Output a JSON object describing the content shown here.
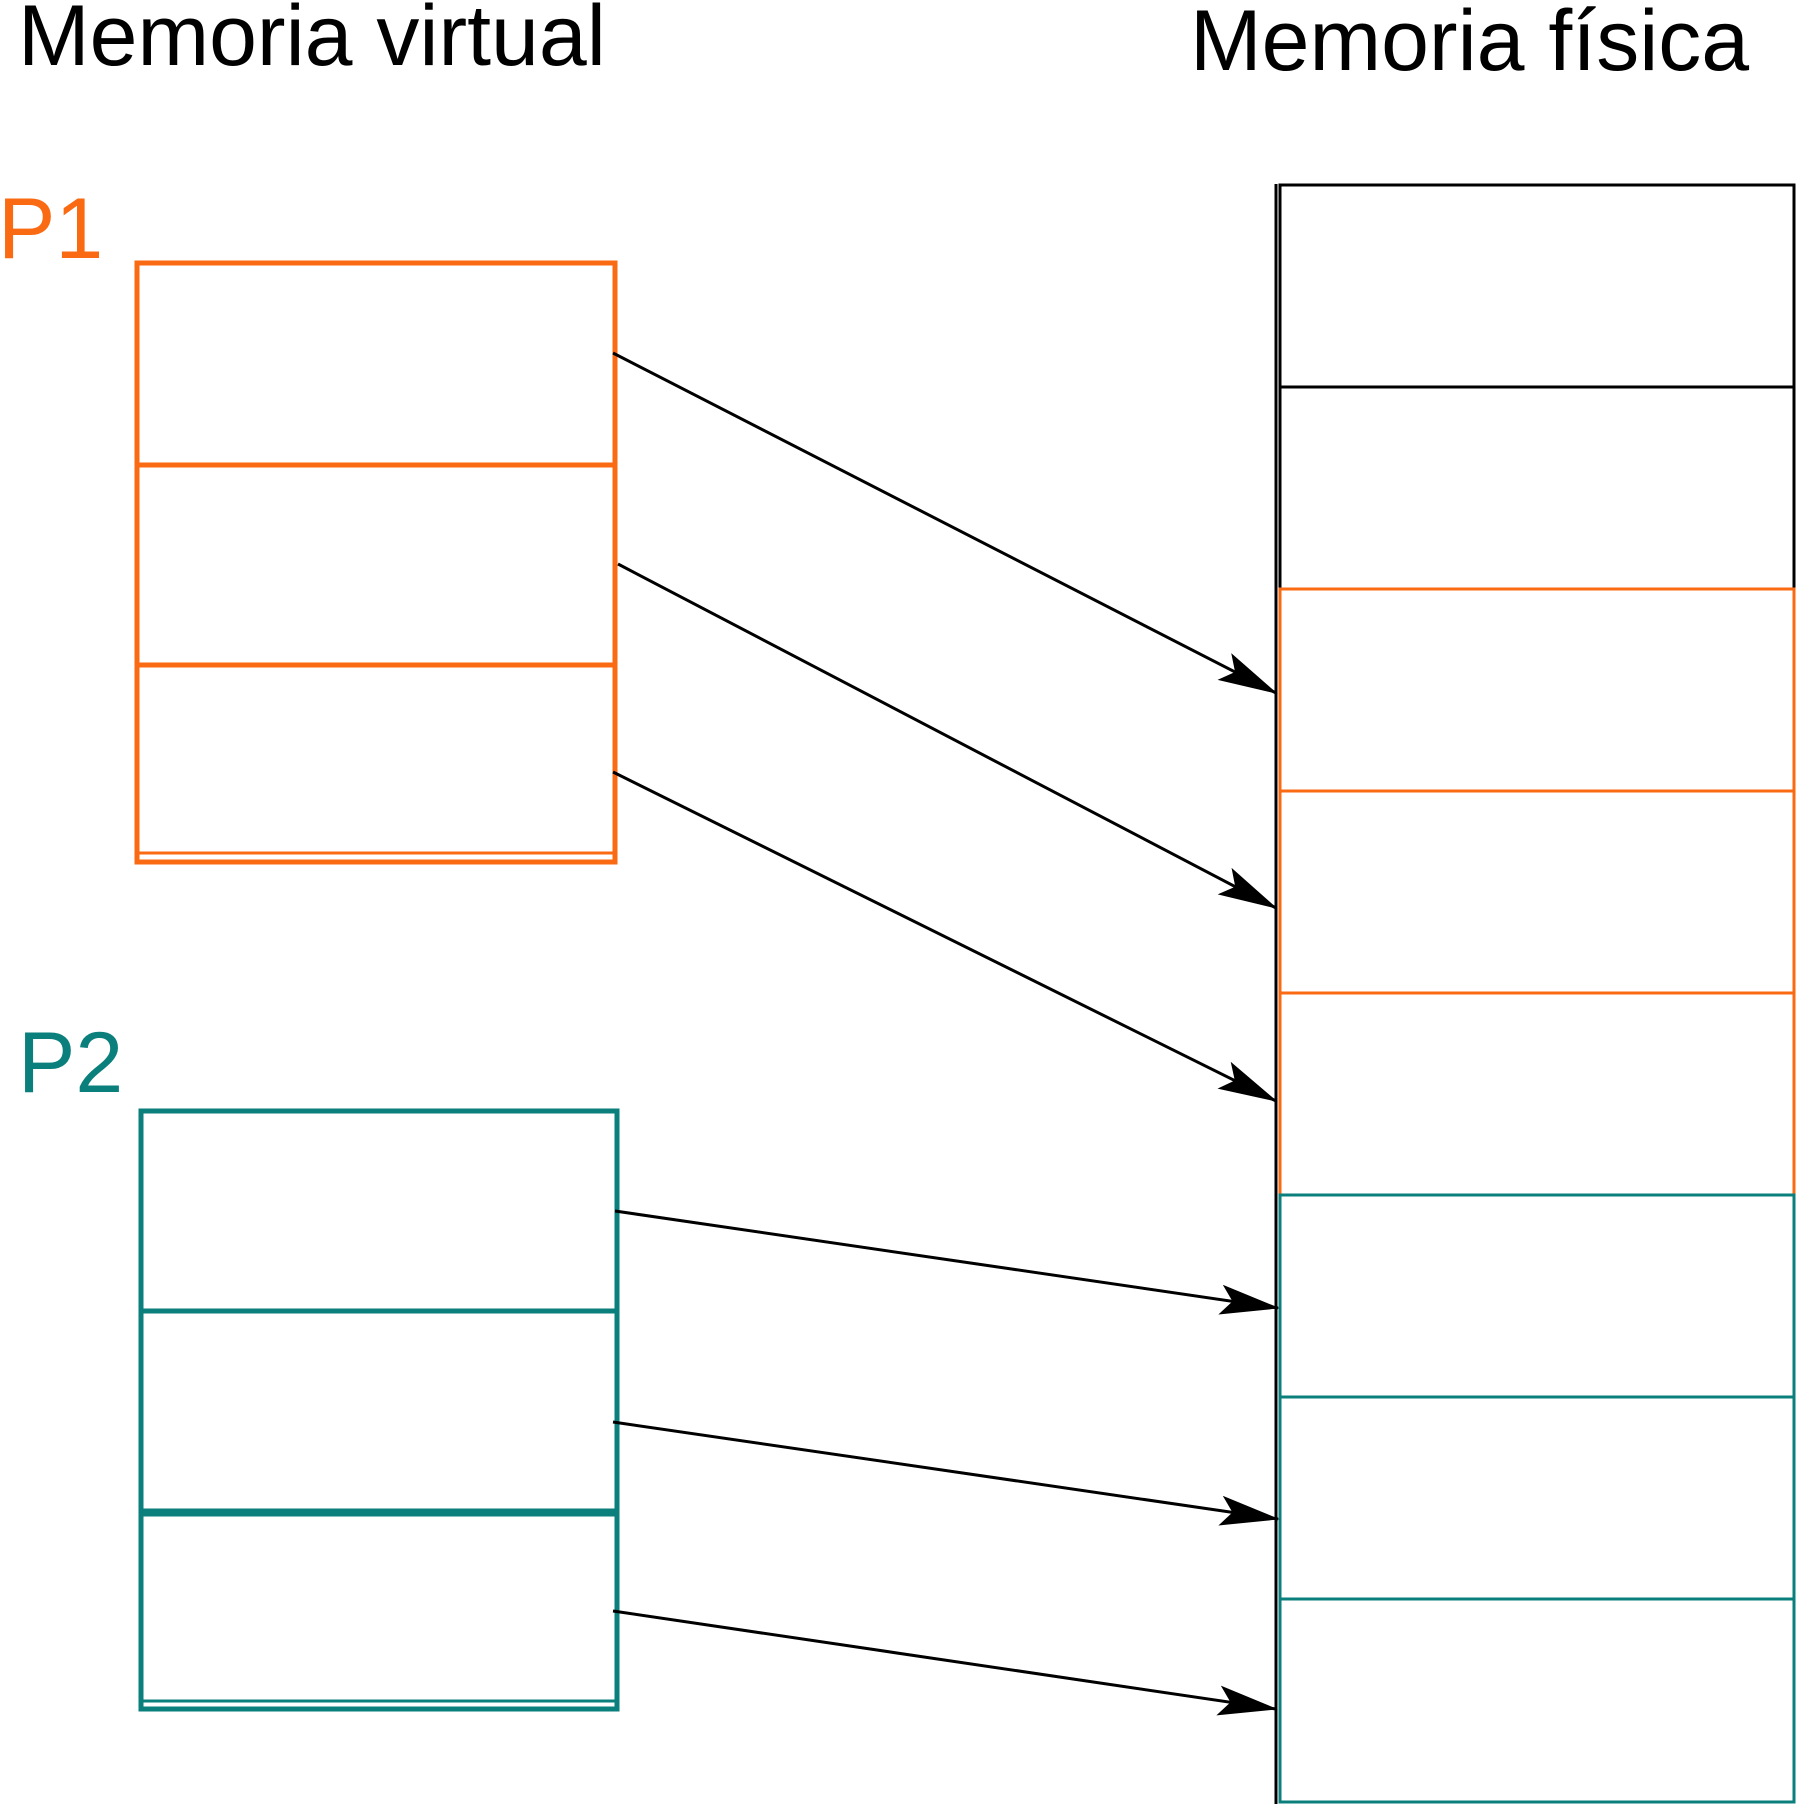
{
  "titles": {
    "virtual": "Memoria virtual",
    "physical": "Memoria física"
  },
  "processes": {
    "p1": {
      "label": "P1",
      "color": "#f96a12",
      "pages": 3
    },
    "p2": {
      "label": "P2",
      "color": "#0a7f7c",
      "pages": 3
    }
  },
  "physical_memory": {
    "frames": 8,
    "frame_owners": [
      "free",
      "free",
      "P1",
      "P1",
      "P1",
      "P2",
      "P2",
      "P2"
    ],
    "border_color": "#000000"
  },
  "mappings": [
    {
      "from": "P1 page 1",
      "to": "frame 3"
    },
    {
      "from": "P1 page 2",
      "to": "frame 4"
    },
    {
      "from": "P1 page 3",
      "to": "frame 5"
    },
    {
      "from": "P2 page 1",
      "to": "frame 6"
    },
    {
      "from": "P2 page 2",
      "to": "frame 7"
    },
    {
      "from": "P2 page 3",
      "to": "frame 8"
    }
  ]
}
